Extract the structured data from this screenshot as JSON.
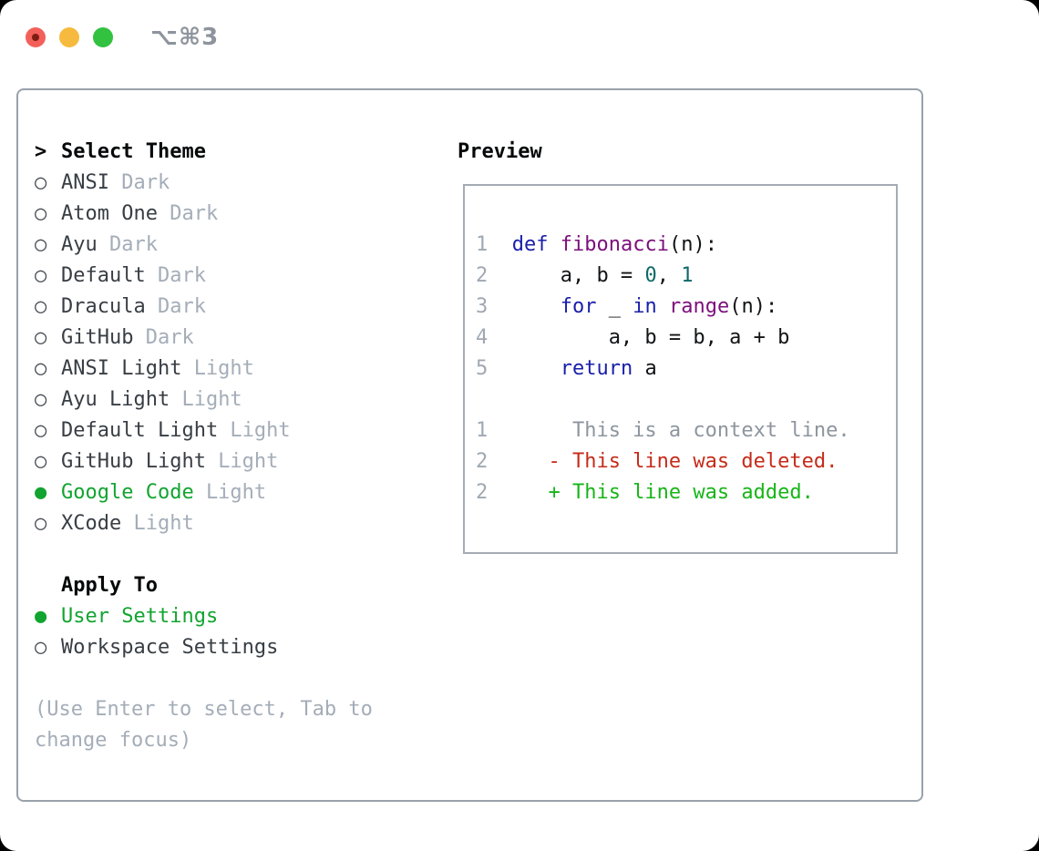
{
  "window": {
    "shortcut_label": "⌥⌘3"
  },
  "colors": {
    "accent_green": "#12a430",
    "diff_added": "#17b517",
    "diff_deleted": "#c62b1a",
    "muted_gray": "#a4adb8",
    "syntax_keyword_blue": "#1a1faa",
    "syntax_title_purple": "#7c0f7c",
    "syntax_number_teal": "#0e6868",
    "traffic_red": "#f3605a",
    "traffic_yellow": "#f6ba3e",
    "traffic_green": "#33c140"
  },
  "theme_selector": {
    "marker": ">",
    "title": "Select Theme",
    "radio_unselected": "○",
    "radio_selected": "●",
    "items": [
      {
        "label": "ANSI",
        "variant": "Dark",
        "selected": false
      },
      {
        "label": "Atom One",
        "variant": "Dark",
        "selected": false
      },
      {
        "label": "Ayu",
        "variant": "Dark",
        "selected": false
      },
      {
        "label": "Default",
        "variant": "Dark",
        "selected": false
      },
      {
        "label": "Dracula",
        "variant": "Dark",
        "selected": false
      },
      {
        "label": "GitHub",
        "variant": "Dark",
        "selected": false
      },
      {
        "label": "ANSI Light",
        "variant": "Light",
        "selected": false
      },
      {
        "label": "Ayu Light",
        "variant": "Light",
        "selected": false
      },
      {
        "label": "Default Light",
        "variant": "Light",
        "selected": false
      },
      {
        "label": "GitHub Light",
        "variant": "Light",
        "selected": false
      },
      {
        "label": "Google Code",
        "variant": "Light",
        "selected": true
      },
      {
        "label": "XCode",
        "variant": "Light",
        "selected": false
      }
    ]
  },
  "apply_to": {
    "title": "Apply To",
    "items": [
      {
        "label": "User Settings",
        "selected": true
      },
      {
        "label": "Workspace Settings",
        "selected": false
      }
    ]
  },
  "hint_lines": [
    "(Use Enter to select, Tab to",
    "change focus)"
  ],
  "preview": {
    "title": "Preview",
    "lines": [
      {
        "number": "1",
        "tokens": [
          {
            "text": " ",
            "type": "plain"
          },
          {
            "text": "def",
            "type": "keyword"
          },
          {
            "text": " ",
            "type": "plain"
          },
          {
            "text": "fibonacci",
            "type": "title"
          },
          {
            "text": "(n):",
            "type": "plain"
          }
        ]
      },
      {
        "number": "2",
        "tokens": [
          {
            "text": "     a, b = ",
            "type": "plain"
          },
          {
            "text": "0",
            "type": "number"
          },
          {
            "text": ", ",
            "type": "plain"
          },
          {
            "text": "1",
            "type": "number"
          }
        ]
      },
      {
        "number": "3",
        "tokens": [
          {
            "text": "     ",
            "type": "plain"
          },
          {
            "text": "for",
            "type": "keyword"
          },
          {
            "text": " _ ",
            "type": "plain"
          },
          {
            "text": "in",
            "type": "keyword"
          },
          {
            "text": " ",
            "type": "plain"
          },
          {
            "text": "range",
            "type": "title"
          },
          {
            "text": "(n):",
            "type": "plain"
          }
        ]
      },
      {
        "number": "4",
        "tokens": [
          {
            "text": "         a, b = b, a + b",
            "type": "plain"
          }
        ]
      },
      {
        "number": "5",
        "tokens": [
          {
            "text": "     ",
            "type": "plain"
          },
          {
            "text": "return",
            "type": "keyword"
          },
          {
            "text": " a",
            "type": "plain"
          }
        ]
      },
      {
        "number": "",
        "tokens": []
      },
      {
        "number": "1",
        "tokens": [
          {
            "text": "      This is a context line.",
            "type": "context"
          }
        ]
      },
      {
        "number": "2",
        "tokens": [
          {
            "text": "    - This line was deleted.",
            "type": "deleted"
          }
        ]
      },
      {
        "number": "2",
        "tokens": [
          {
            "text": "    + This line was added.",
            "type": "added"
          }
        ]
      }
    ]
  }
}
